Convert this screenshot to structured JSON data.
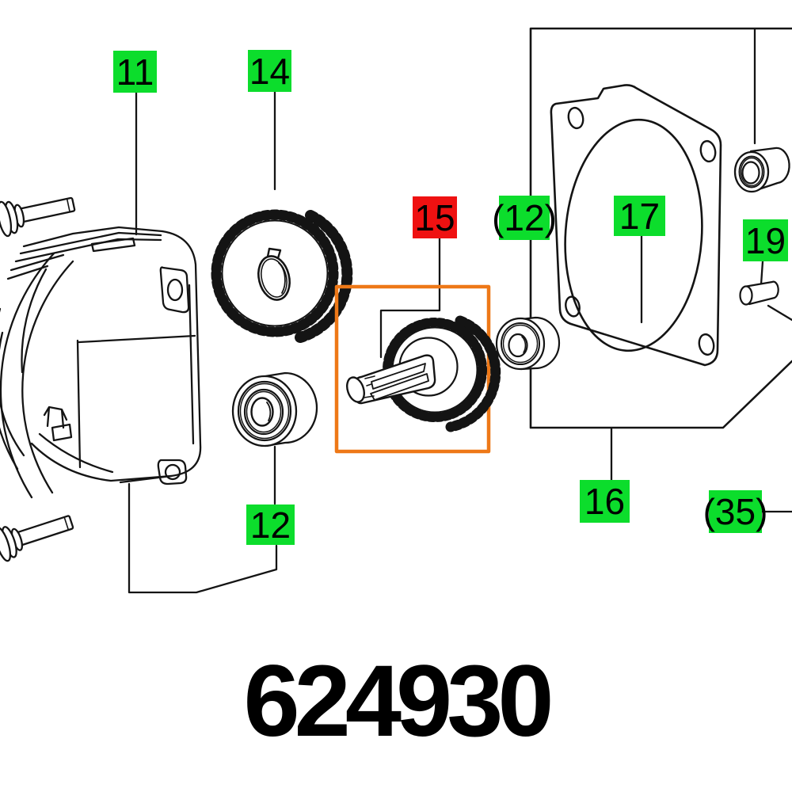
{
  "diagram": {
    "part_number": "624930",
    "labels": {
      "l11": {
        "text": "11"
      },
      "l14": {
        "text": "14"
      },
      "l15": {
        "text": "15",
        "highlighted": true
      },
      "l12p": {
        "text": "(12)"
      },
      "l17": {
        "text": "17"
      },
      "l19": {
        "text": "19"
      },
      "l16": {
        "text": "16"
      },
      "l35p": {
        "text": "(35)"
      },
      "l12": {
        "text": "12"
      }
    },
    "colors": {
      "label_green": "#0cdd2c",
      "label_red": "#ef1111",
      "highlight_orange": "#ee7817",
      "line": "#141414"
    },
    "parts": [
      "motor-housing",
      "screw-top",
      "screw-bottom",
      "helical-gear",
      "ball-bearing",
      "pinion-gear-shaft",
      "ball-bearing-small",
      "cover-gasket",
      "bushing",
      "pin"
    ]
  }
}
